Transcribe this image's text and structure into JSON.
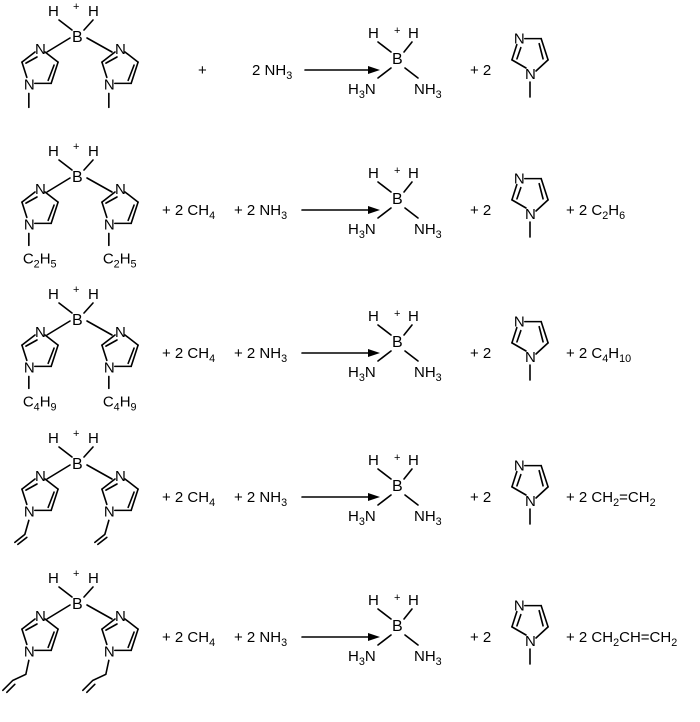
{
  "reactions": [
    {
      "reactant_substituent": "",
      "reactant_substituent_sub": "",
      "substituent_type": "methyl",
      "plus_terms": [
        {
          "text": "+",
          "sub": ""
        },
        {
          "text": "2 NH",
          "sub": "3"
        }
      ],
      "extra_product": null
    },
    {
      "reactant_substituent": "C",
      "reactant_substituent_sub": "2",
      "reactant_substituent_tail": "H",
      "reactant_substituent_tail_sub": "5",
      "substituent_type": "label",
      "plus_terms": [
        {
          "text": "+  2 CH",
          "sub": "4"
        },
        {
          "text": "+  2 NH",
          "sub": "3"
        }
      ],
      "extra_product": {
        "text": "+  2 C",
        "sub": "2",
        "tail": "H",
        "tail_sub": "6"
      }
    },
    {
      "reactant_substituent": "C",
      "reactant_substituent_sub": "4",
      "reactant_substituent_tail": "H",
      "reactant_substituent_tail_sub": "9",
      "substituent_type": "label",
      "plus_terms": [
        {
          "text": "+  2 CH",
          "sub": "4"
        },
        {
          "text": "+  2 NH",
          "sub": "3"
        }
      ],
      "extra_product": {
        "text": "+  2 C",
        "sub": "4",
        "tail": "H",
        "tail_sub": "10"
      }
    },
    {
      "substituent_type": "vinyl",
      "plus_terms": [
        {
          "text": "+  2 CH",
          "sub": "4"
        },
        {
          "text": "+  2 NH",
          "sub": "3"
        }
      ],
      "extra_product": {
        "text": "+  2 CH",
        "sub": "2",
        "tail": "=CH",
        "tail_sub": "2"
      }
    },
    {
      "substituent_type": "allyl",
      "plus_terms": [
        {
          "text": "+  2 CH",
          "sub": "4"
        },
        {
          "text": "+  2 NH",
          "sub": "3"
        }
      ],
      "extra_product": {
        "text": "+  2 CH",
        "sub": "2",
        "tail": "CH=CH",
        "tail_sub": "2"
      }
    }
  ],
  "labels": {
    "H": "H",
    "B": "B",
    "N": "N",
    "charge": "+",
    "nh3_left": "H",
    "nh3_left_sub": "3",
    "nh3_left_tail": "N",
    "nh3_right": "NH",
    "nh3_right_sub": "3",
    "imidazole_coef": "+  2"
  }
}
